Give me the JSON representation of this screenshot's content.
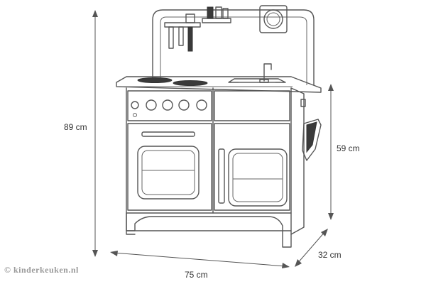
{
  "dimensions": {
    "height_total": "89 cm",
    "height_body": "59 cm",
    "width": "75 cm",
    "depth": "32 cm"
  },
  "watermark": {
    "symbol": "©",
    "text": "kinderkeuken.nl"
  },
  "colors": {
    "line": "#555555",
    "dark_fill": "#3a3a3a",
    "watermark": "#9a9a9a"
  }
}
